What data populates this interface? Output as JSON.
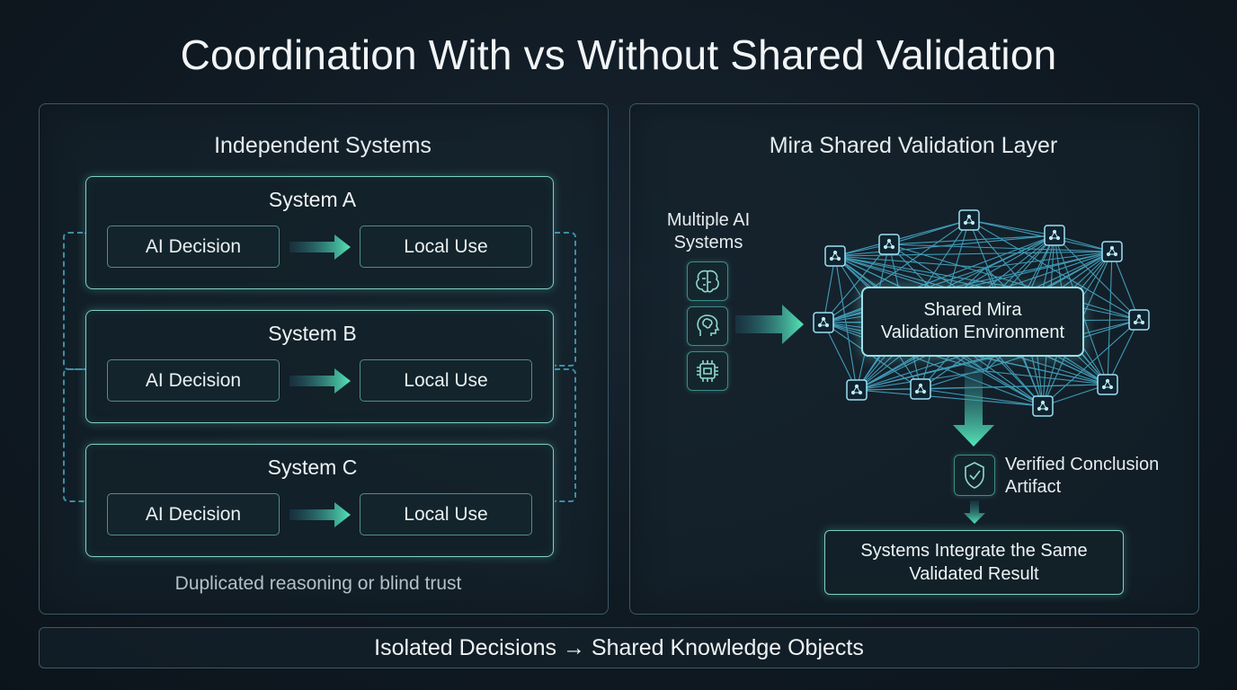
{
  "title": "Coordination With vs Without Shared Validation",
  "left_panel": {
    "title": "Independent Systems",
    "systems": [
      {
        "name": "System A",
        "decision": "AI Decision",
        "use": "Local Use"
      },
      {
        "name": "System B",
        "decision": "AI Decision",
        "use": "Local Use"
      },
      {
        "name": "System C",
        "decision": "AI Decision",
        "use": "Local Use"
      }
    ],
    "caption": "Duplicated reasoning or blind trust"
  },
  "right_panel": {
    "title": "Mira Shared Validation Layer",
    "multi_label_line1": "Multiple AI",
    "multi_label_line2": "Systems",
    "system_icons": [
      "brain-icon",
      "head-brain-icon",
      "chip-icon"
    ],
    "env_line1": "Shared Mira",
    "env_line2": "Validation Environment",
    "verified_line1": "Verified Conclusion",
    "verified_line2": "Artifact",
    "result_line1": "Systems Integrate the Same",
    "result_line2": "Validated Result"
  },
  "footer": "Isolated Decisions → Shared Knowledge Objects",
  "colors": {
    "accent": "#7fd0c4",
    "arrow": "#4fe3b8",
    "network": "#4fc3e6"
  }
}
